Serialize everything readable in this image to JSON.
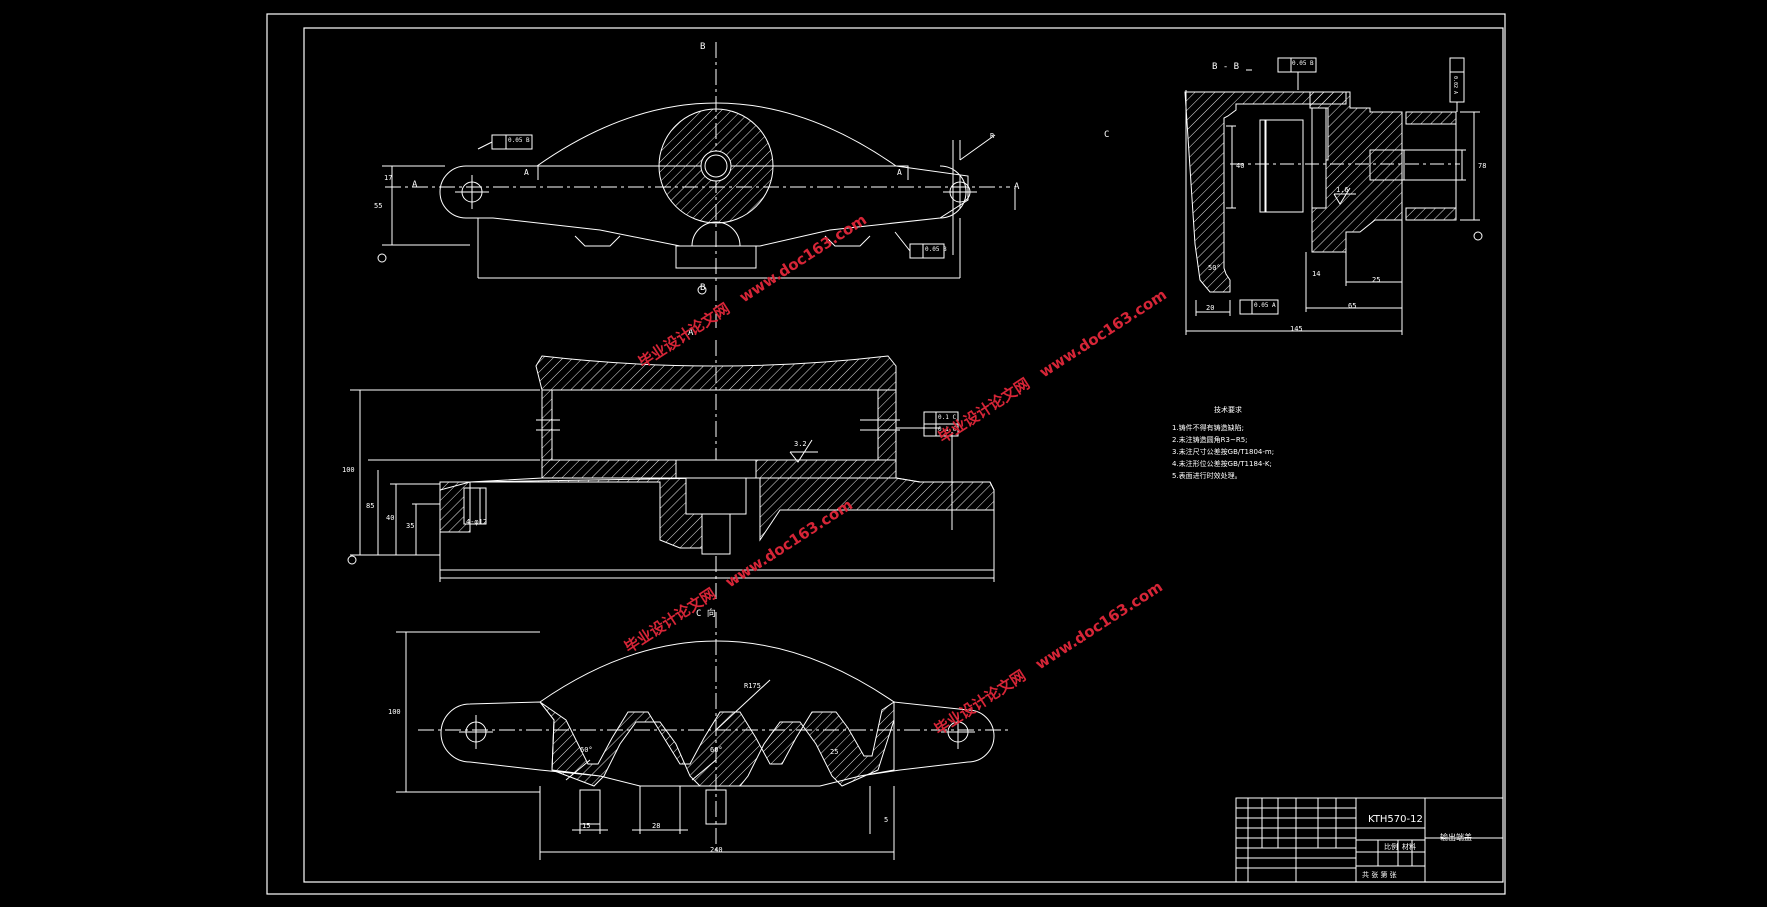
{
  "drawing": {
    "drawing_number": "KTH570-12",
    "part_name": "输出端盖",
    "section_labels": {
      "b_top": "B",
      "b_bottom": "B",
      "a_top": "A",
      "c_view": "C 向",
      "c_arrow": "C",
      "bb_section": "B - B",
      "a_left": "A",
      "a_right": "A",
      "a_inner_left": "A",
      "a_inner_right": "A"
    },
    "dimensions": {
      "top_r": "R",
      "top_17": "17",
      "top_55": "55",
      "mid_100": "100",
      "mid_85": "85",
      "mid_40": "40",
      "mid_35": "35",
      "mid_phi": "4-φ12",
      "mid_rough": "3.2",
      "bot_100": "100",
      "bot_15": "15",
      "bot_28": "28",
      "bot_240": "240",
      "bot_r": "R175",
      "bot_60": "60°",
      "bot_60b": "60°",
      "bot_25": "25",
      "bot_5": "5",
      "rt_145": "145",
      "rt_65": "65",
      "rt_25": "25",
      "rt_20": "20",
      "rt_78": "78",
      "rt_14": "14",
      "rt_16": "1.6",
      "rt_40": "40",
      "rt_50": "50°"
    },
    "tolerances": {
      "top_left": "0.05 B",
      "top_right": "0.05 B",
      "mid_a": "0.1 C",
      "mid_b": "0.1 C",
      "right_top": "0.05 B",
      "right_bottom": "0.05 A",
      "right_vertical": "0.02 A"
    },
    "tech_requirements": {
      "title": "技术要求",
      "items": [
        "1.铸件不得有铸造缺陷;",
        "2.未注铸造圆角R3~R5;",
        "3.未注尺寸公差按GB/T1804-m;",
        "4.未注形位公差按GB/T1184-K;",
        "5.表面进行时效处理。"
      ]
    },
    "watermark": {
      "cn": "毕业设计论文网",
      "url": "www.doc163.com"
    },
    "title_block": {
      "scale_label": "比例",
      "material_label": "材料",
      "sheet_label": "共  张  第  张"
    }
  }
}
